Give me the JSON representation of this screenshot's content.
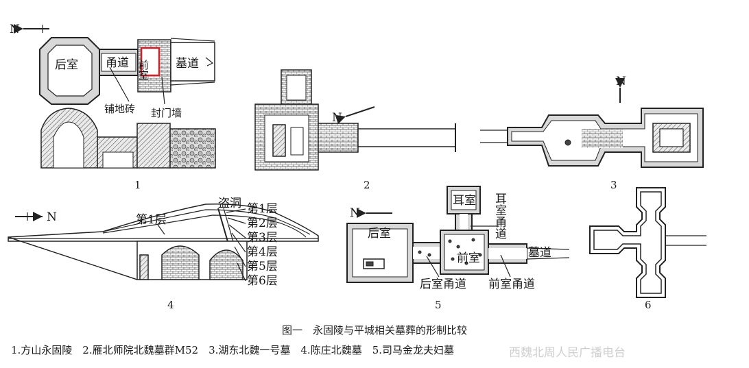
{
  "figure": {
    "caption": "图一　永固陵与平城相关墓葬的形制比较",
    "legend": "1.方山永固陵　2.雁北师院北魏墓群M52　3.湖东北魏一号墓　4.陈庄北魏墓　5.司马金龙夫妇墓",
    "watermark": "西魏北周人民广播电台"
  },
  "panels": {
    "p1": {
      "number": "1",
      "north": "N",
      "rear_chamber": "后室",
      "passage": "甬道",
      "front_chamber": "前室",
      "tomb_path": "墓道",
      "floor_brick": "铺地砖",
      "seal_wall": "封门墙"
    },
    "p2": {
      "number": "2",
      "north": "N"
    },
    "p3": {
      "number": "3",
      "north": "N"
    },
    "p4": {
      "number": "4",
      "north": "N",
      "looting_hole": "盗洞",
      "layer1_left": "第1层",
      "layers": [
        "第1层",
        "第2层",
        "第3层",
        "第4层",
        "第5层",
        "第6层"
      ]
    },
    "p5": {
      "number": "5",
      "north": "N",
      "ear_chamber": "耳室",
      "ear_passage": "耳室甬道",
      "rear_chamber": "后室",
      "front_chamber": "前室",
      "tomb_path": "墓道",
      "rear_passage": "后室甬道",
      "front_passage": "前室甬道"
    },
    "p6": {
      "number": "6"
    }
  },
  "colors": {
    "ink": "#1a1a1a",
    "highlight": "#d0202a",
    "fill": "#d8d8d8"
  }
}
